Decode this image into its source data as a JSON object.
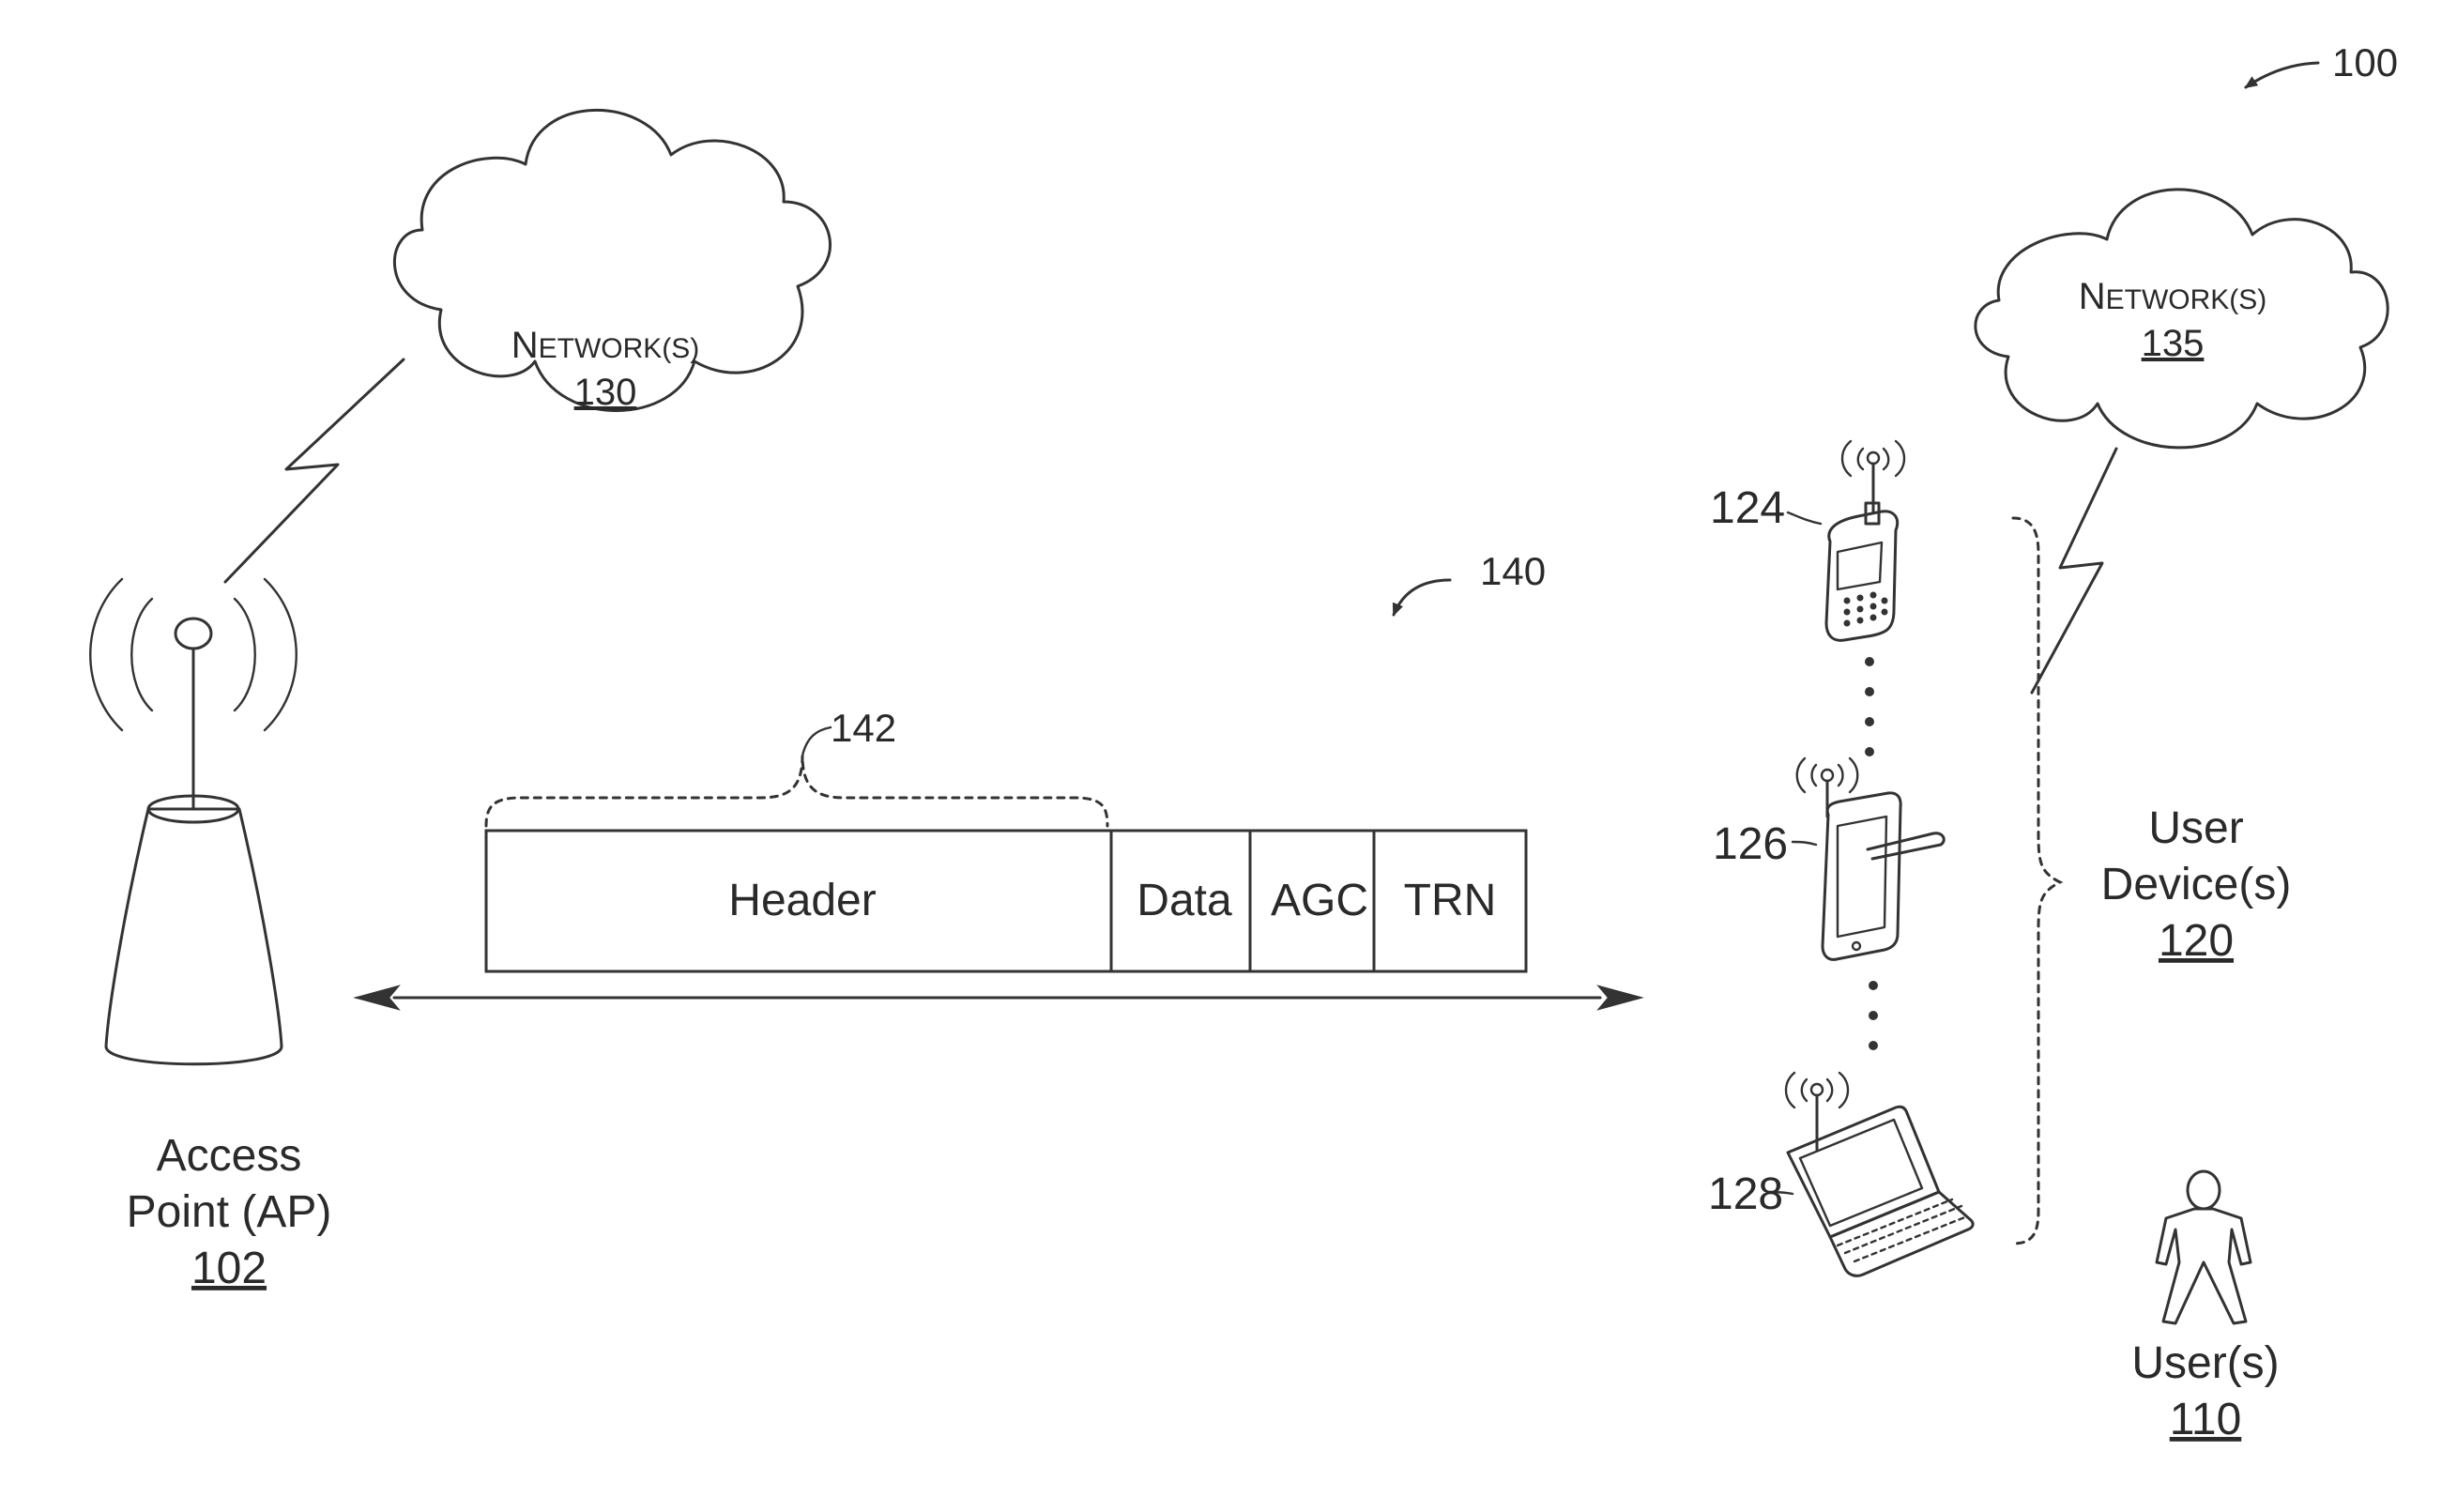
{
  "figure_ref": "100",
  "networks": [
    {
      "label_first": "N",
      "label_rest": "ETWORK(S)",
      "ref": "130"
    },
    {
      "label_first": "N",
      "label_rest": "ETWORK(S)",
      "ref": "135"
    }
  ],
  "access_point": {
    "line1": "Access",
    "line2": "Point (AP)",
    "ref": "102"
  },
  "frame": {
    "ref": "140",
    "header_group_ref": "142",
    "fields": [
      "Header",
      "Data",
      "AGC",
      "TRN"
    ]
  },
  "devices": [
    {
      "ref": "124"
    },
    {
      "ref": "126"
    },
    {
      "ref": "128"
    }
  ],
  "user_devices": {
    "line1": "User",
    "line2": "Device(s)",
    "ref": "120"
  },
  "users": {
    "line1": "User(s)",
    "ref": "110"
  }
}
